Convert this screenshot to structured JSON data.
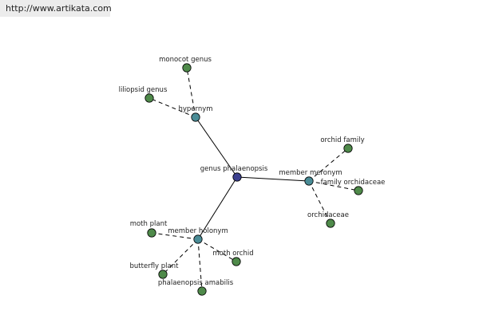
{
  "header": {
    "url": "http://www.artikata.com"
  },
  "colors": {
    "center": "#3b3f8e",
    "relation": "#4a8c96",
    "leaf": "#4f8a4a"
  },
  "graph": {
    "nodes": [
      {
        "id": "center",
        "label": "genus phalaenopsis",
        "kind": "center"
      },
      {
        "id": "hyp",
        "label": "hypernym",
        "kind": "relation"
      },
      {
        "id": "mer",
        "label": "member meronym",
        "kind": "relation"
      },
      {
        "id": "hol",
        "label": "member holonym",
        "kind": "relation"
      },
      {
        "id": "monocot",
        "label": "monocot genus",
        "kind": "leaf"
      },
      {
        "id": "lilio",
        "label": "liliopsid genus",
        "kind": "leaf"
      },
      {
        "id": "orfam",
        "label": "orchid family",
        "kind": "leaf"
      },
      {
        "id": "famorc",
        "label": "family orchidaceae",
        "kind": "leaf"
      },
      {
        "id": "orcid",
        "label": "orchidaceae",
        "kind": "leaf"
      },
      {
        "id": "mothpl",
        "label": "moth plant",
        "kind": "leaf"
      },
      {
        "id": "mothor",
        "label": "moth orchid",
        "kind": "leaf"
      },
      {
        "id": "butter",
        "label": "butterfly plant",
        "kind": "leaf"
      },
      {
        "id": "amab",
        "label": "phalaenopsis amabilis",
        "kind": "leaf"
      }
    ],
    "edges": [
      {
        "from": "center",
        "to": "hyp",
        "style": "solid"
      },
      {
        "from": "center",
        "to": "mer",
        "style": "solid"
      },
      {
        "from": "center",
        "to": "hol",
        "style": "solid"
      },
      {
        "from": "hyp",
        "to": "monocot",
        "style": "dashed"
      },
      {
        "from": "hyp",
        "to": "lilio",
        "style": "dashed"
      },
      {
        "from": "mer",
        "to": "orfam",
        "style": "dashed"
      },
      {
        "from": "mer",
        "to": "famorc",
        "style": "dashed"
      },
      {
        "from": "mer",
        "to": "orcid",
        "style": "dashed"
      },
      {
        "from": "hol",
        "to": "mothpl",
        "style": "dashed"
      },
      {
        "from": "hol",
        "to": "mothor",
        "style": "dashed"
      },
      {
        "from": "hol",
        "to": "butter",
        "style": "dashed"
      },
      {
        "from": "hol",
        "to": "amab",
        "style": "dashed"
      }
    ]
  }
}
